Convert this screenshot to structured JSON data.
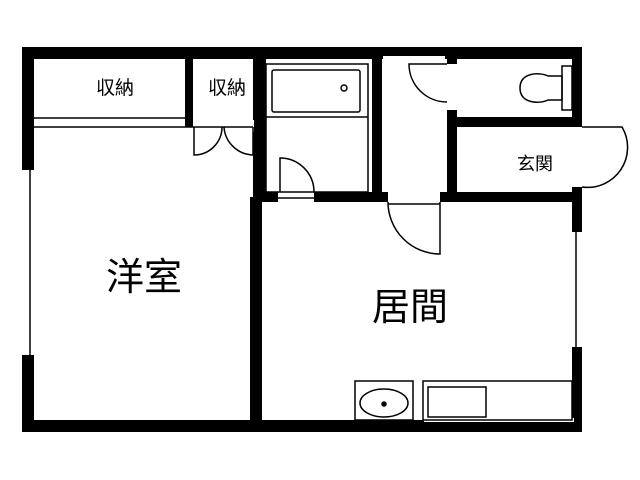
{
  "rooms": {
    "storage_left": "収納",
    "storage_right": "収納",
    "western_room": "洋室",
    "living_room": "居間",
    "entrance": "玄関"
  },
  "colors": {
    "wall": "#000000",
    "background": "#ffffff",
    "line": "#000000"
  }
}
